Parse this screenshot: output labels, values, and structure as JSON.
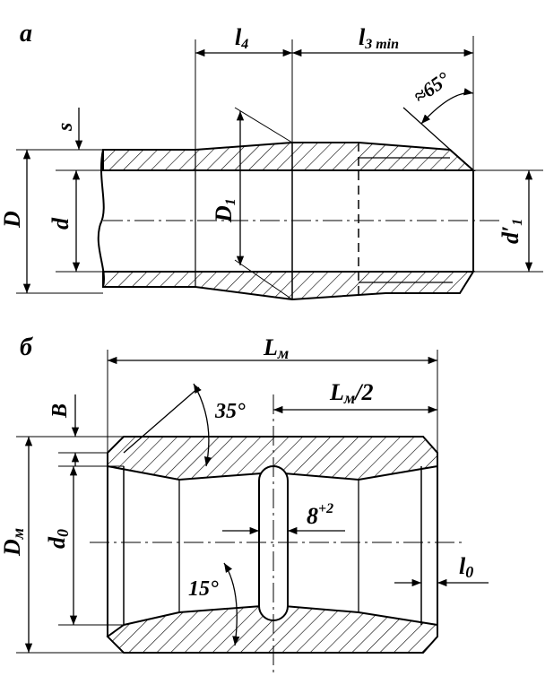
{
  "part_a": {
    "label": "a",
    "dims": {
      "l4": "l",
      "l4_sub": "4",
      "l3": "l",
      "l3_sub": "3 min",
      "angle": "≈65°",
      "s": "s",
      "D": "D",
      "d": "d",
      "D1": "D",
      "D1_sub": "1",
      "d1": "d′",
      "d1_sub": "1"
    }
  },
  "part_b": {
    "label": "б",
    "dims": {
      "LM": "L",
      "LM_sub": "м",
      "LM2": "L",
      "LM2_sub": "м",
      "LM2_tail": "/2",
      "angle35": "35°",
      "angle15": "15°",
      "B": "B",
      "DM": "D",
      "DM_sub": "м",
      "d0": "d",
      "d0_sub": "0",
      "slot": "8",
      "slot_sup": "+2",
      "l0": "l",
      "l0_sub": "0"
    }
  }
}
